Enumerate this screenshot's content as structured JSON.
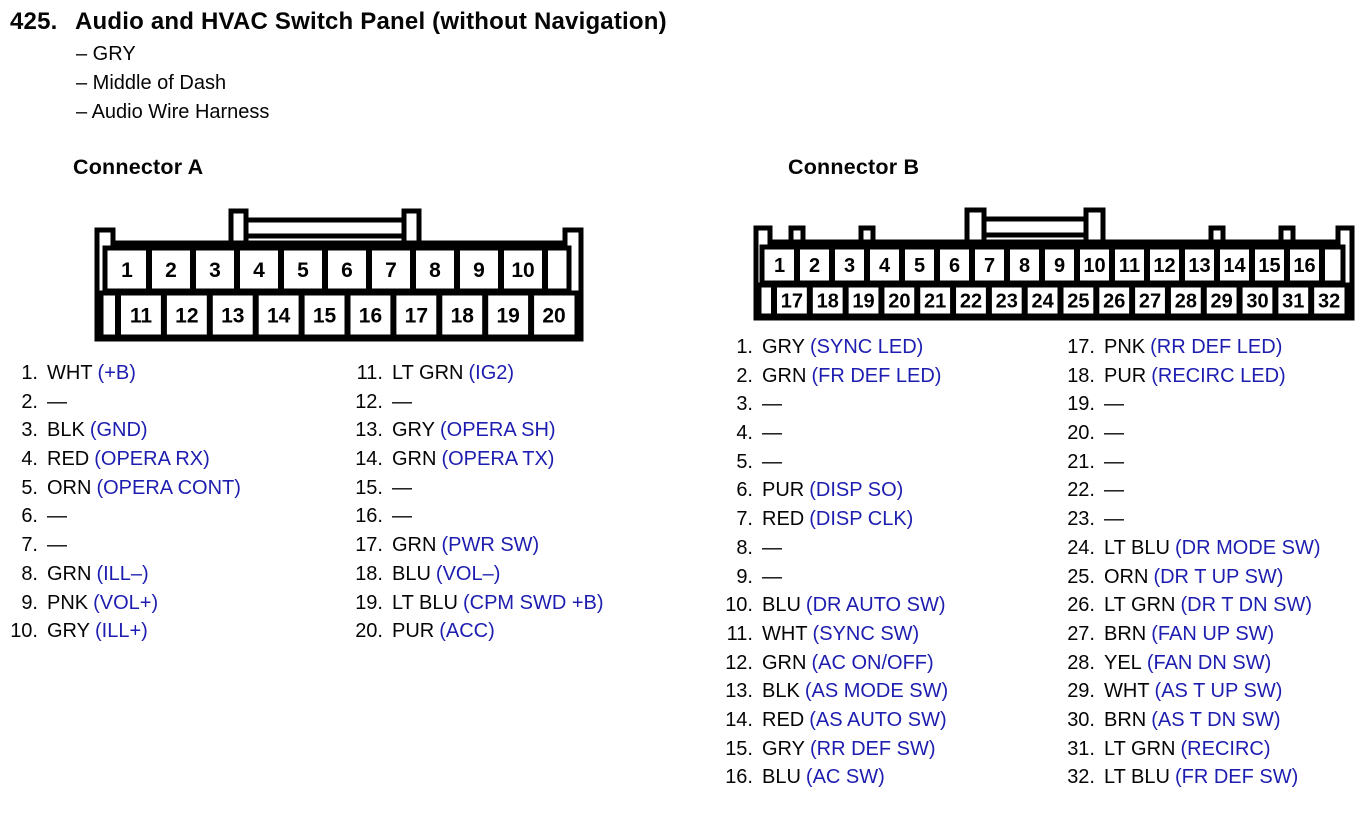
{
  "colors": {
    "signal_text_blue": "#1d1db0",
    "ink_black": "#000000"
  },
  "header": {
    "item_number": "425.",
    "title": "Audio and HVAC Switch Panel (without Navigation)",
    "details": [
      "– GRY",
      "– Middle of Dash",
      "– Audio Wire Harness"
    ]
  },
  "connector_a": {
    "heading": "Connector A",
    "cavity_numbers_top": [
      "1",
      "2",
      "3",
      "4",
      "5",
      "6",
      "7",
      "8",
      "9",
      "10"
    ],
    "cavity_numbers_bottom": [
      "11",
      "12",
      "13",
      "14",
      "15",
      "16",
      "17",
      "18",
      "19",
      "20"
    ],
    "pins_col1": [
      {
        "n": "1.",
        "wire": "WHT",
        "signal": "(+B)"
      },
      {
        "n": "2.",
        "wire": "—",
        "signal": ""
      },
      {
        "n": "3.",
        "wire": "BLK",
        "signal": "(GND)"
      },
      {
        "n": "4.",
        "wire": "RED",
        "signal": "(OPERA RX)"
      },
      {
        "n": "5.",
        "wire": "ORN",
        "signal": "(OPERA CONT)"
      },
      {
        "n": "6.",
        "wire": "—",
        "signal": ""
      },
      {
        "n": "7.",
        "wire": "—",
        "signal": ""
      },
      {
        "n": "8.",
        "wire": "GRN",
        "signal": "(ILL–)"
      },
      {
        "n": "9.",
        "wire": "PNK",
        "signal": "(VOL+)"
      },
      {
        "n": "10.",
        "wire": "GRY",
        "signal": "(ILL+)"
      }
    ],
    "pins_col2": [
      {
        "n": "11.",
        "wire": "LT GRN",
        "signal": "(IG2)"
      },
      {
        "n": "12.",
        "wire": "—",
        "signal": ""
      },
      {
        "n": "13.",
        "wire": "GRY",
        "signal": "(OPERA SH)"
      },
      {
        "n": "14.",
        "wire": "GRN",
        "signal": "(OPERA TX)"
      },
      {
        "n": "15.",
        "wire": "—",
        "signal": ""
      },
      {
        "n": "16.",
        "wire": "—",
        "signal": ""
      },
      {
        "n": "17.",
        "wire": "GRN",
        "signal": "(PWR SW)"
      },
      {
        "n": "18.",
        "wire": "BLU",
        "signal": "(VOL–)"
      },
      {
        "n": "19.",
        "wire": "LT BLU",
        "signal": "(CPM SWD +B)"
      },
      {
        "n": "20.",
        "wire": "PUR",
        "signal": "(ACC)"
      }
    ]
  },
  "connector_b": {
    "heading": "Connector B",
    "cavity_numbers_top": [
      "1",
      "2",
      "3",
      "4",
      "5",
      "6",
      "7",
      "8",
      "9",
      "10",
      "11",
      "12",
      "13",
      "14",
      "15",
      "16"
    ],
    "cavity_numbers_bottom": [
      "17",
      "18",
      "19",
      "20",
      "21",
      "22",
      "23",
      "24",
      "25",
      "26",
      "27",
      "28",
      "29",
      "30",
      "31",
      "32"
    ],
    "pins_col1": [
      {
        "n": "1.",
        "wire": "GRY",
        "signal": "(SYNC LED)"
      },
      {
        "n": "2.",
        "wire": "GRN",
        "signal": "(FR DEF LED)"
      },
      {
        "n": "3.",
        "wire": "—",
        "signal": ""
      },
      {
        "n": "4.",
        "wire": "—",
        "signal": ""
      },
      {
        "n": "5.",
        "wire": "—",
        "signal": ""
      },
      {
        "n": "6.",
        "wire": "PUR",
        "signal": "(DISP SO)"
      },
      {
        "n": "7.",
        "wire": "RED",
        "signal": "(DISP CLK)"
      },
      {
        "n": "8.",
        "wire": "—",
        "signal": ""
      },
      {
        "n": "9.",
        "wire": "—",
        "signal": ""
      },
      {
        "n": "10.",
        "wire": "BLU",
        "signal": "(DR AUTO SW)"
      },
      {
        "n": "11.",
        "wire": "WHT",
        "signal": "(SYNC SW)"
      },
      {
        "n": "12.",
        "wire": "GRN",
        "signal": "(AC ON/OFF)"
      },
      {
        "n": "13.",
        "wire": "BLK",
        "signal": "(AS MODE SW)"
      },
      {
        "n": "14.",
        "wire": "RED",
        "signal": "(AS AUTO SW)"
      },
      {
        "n": "15.",
        "wire": "GRY",
        "signal": "(RR DEF SW)"
      },
      {
        "n": "16.",
        "wire": "BLU",
        "signal": "(AC SW)"
      }
    ],
    "pins_col2": [
      {
        "n": "17.",
        "wire": "PNK",
        "signal": "(RR DEF LED)"
      },
      {
        "n": "18.",
        "wire": "PUR",
        "signal": "(RECIRC LED)"
      },
      {
        "n": "19.",
        "wire": "—",
        "signal": ""
      },
      {
        "n": "20.",
        "wire": "—",
        "signal": ""
      },
      {
        "n": "21.",
        "wire": "—",
        "signal": ""
      },
      {
        "n": "22.",
        "wire": "—",
        "signal": ""
      },
      {
        "n": "23.",
        "wire": "—",
        "signal": ""
      },
      {
        "n": "24.",
        "wire": "LT BLU",
        "signal": "(DR MODE SW)"
      },
      {
        "n": "25.",
        "wire": "ORN",
        "signal": "(DR T UP SW)"
      },
      {
        "n": "26.",
        "wire": "LT GRN",
        "signal": "(DR T DN SW)"
      },
      {
        "n": "27.",
        "wire": "BRN",
        "signal": "(FAN UP SW)"
      },
      {
        "n": "28.",
        "wire": "YEL",
        "signal": "(FAN DN SW)"
      },
      {
        "n": "29.",
        "wire": "WHT",
        "signal": "(AS T UP SW)"
      },
      {
        "n": "30.",
        "wire": "BRN",
        "signal": "(AS T DN SW)"
      },
      {
        "n": "31.",
        "wire": "LT GRN",
        "signal": "(RECIRC)"
      },
      {
        "n": "32.",
        "wire": "LT BLU",
        "signal": "(FR DEF SW)"
      }
    ]
  }
}
